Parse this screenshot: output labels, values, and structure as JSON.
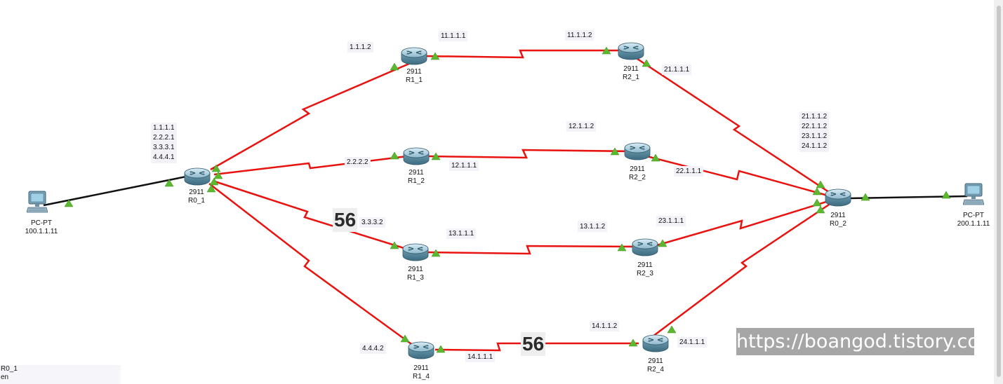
{
  "devices": {
    "r0_1": {
      "model": "2911",
      "name": "R0_1"
    },
    "r1_1": {
      "model": "2911",
      "name": "R1_1"
    },
    "r1_2": {
      "model": "2911",
      "name": "R1_2"
    },
    "r1_3": {
      "model": "2911",
      "name": "R1_3"
    },
    "r1_4": {
      "model": "2911",
      "name": "R1_4"
    },
    "r2_1": {
      "model": "2911",
      "name": "R2_1"
    },
    "r2_2": {
      "model": "2911",
      "name": "R2_2"
    },
    "r2_3": {
      "model": "2911",
      "name": "R2_3"
    },
    "r2_4": {
      "model": "2911",
      "name": "R2_4"
    },
    "r0_2": {
      "model": "2911",
      "name": "R0_2"
    },
    "pc_left": {
      "model": "PC-PT",
      "name": "100.1.1.11"
    },
    "pc_right": {
      "model": "PC-PT",
      "name": "200.1.1.11"
    }
  },
  "ips": {
    "r0_1_list": [
      "1.1.1.1",
      "2.2.2.1",
      "3.3.3.1",
      "4.4.4.1"
    ],
    "r0_2_list": [
      "21.1.1.2",
      "22.1.1.2",
      "23.1.1.2",
      "24.1.1.2"
    ],
    "r1_1_left": "1.1.1.2",
    "r1_1_right": "11.1.1.1",
    "r2_1_left": "11.1.1.2",
    "r2_1_right": "21.1.1.1",
    "r1_2_left": "2.2.2.2",
    "r1_2_right": "12.1.1.1",
    "r2_2_left": "12.1.1.2",
    "r2_2_right": "22.1.1.1",
    "r1_3_left": "3.3.3.2",
    "r1_3_right": "13.1.1.1",
    "r2_3_left": "13.1.1.2",
    "r2_3_right": "23.1.1.1",
    "r1_4_left": "4.4.4.2",
    "r1_4_right": "14.1.1.1",
    "r2_4_left": "14.1.1.2",
    "r2_4_right": "24.1.1.1"
  },
  "annotations": {
    "overlay_56_a": "56",
    "overlay_56_b": "56"
  },
  "watermark": "https://boangod.tistory.com",
  "console": {
    "line1": "R0_1",
    "line2": "en"
  },
  "colors": {
    "serial_link": "#e8130f",
    "ethernet_link": "#111111",
    "link_up": "#5cb82e",
    "router_body": "#6f9fb4"
  }
}
